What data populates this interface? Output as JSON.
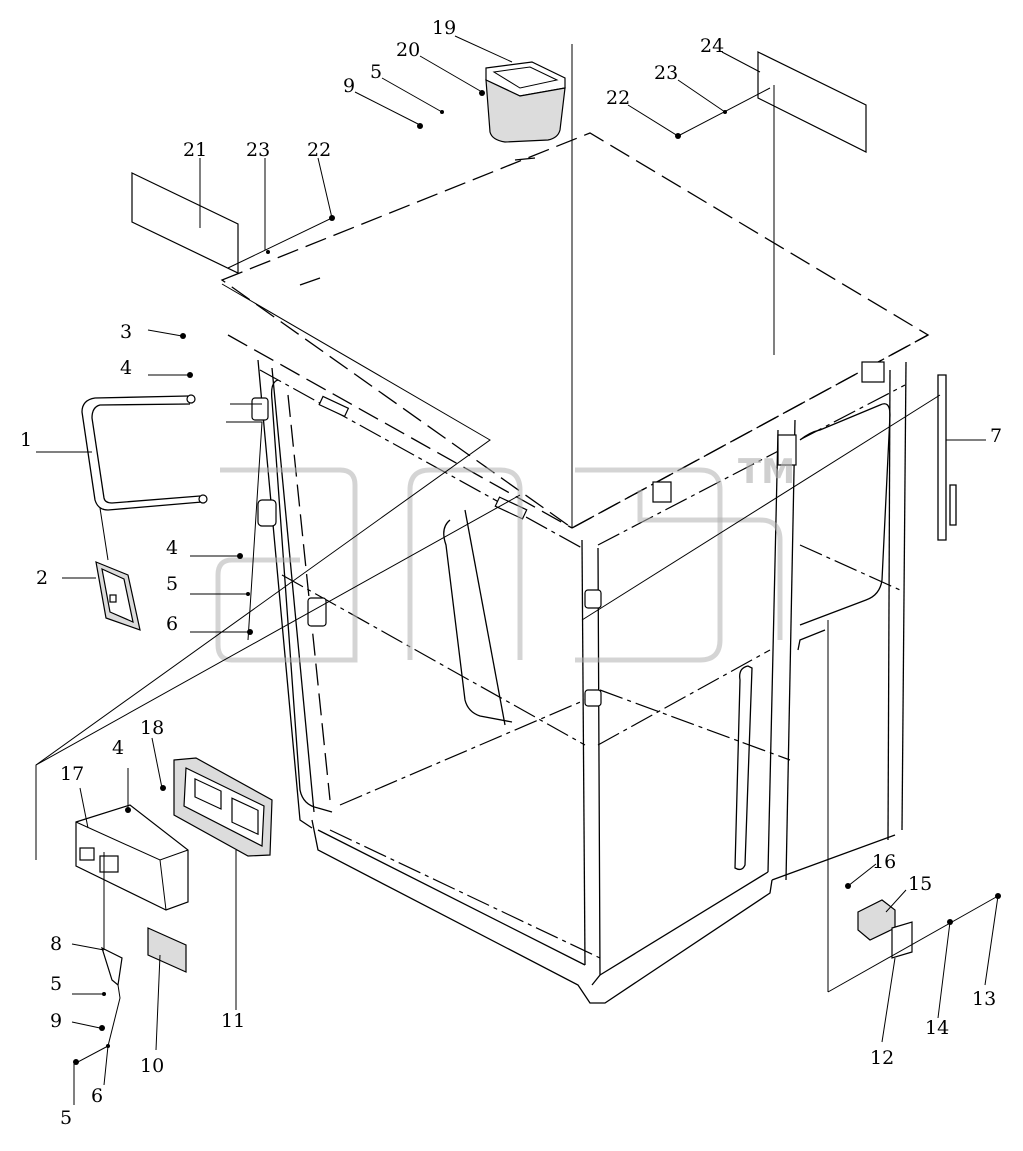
{
  "watermark": {
    "trademark": "TM"
  },
  "callouts": [
    {
      "id": "c19",
      "label": "19"
    },
    {
      "id": "c20",
      "label": "20"
    },
    {
      "id": "c5a",
      "label": "5"
    },
    {
      "id": "c9a",
      "label": "9"
    },
    {
      "id": "c24",
      "label": "24"
    },
    {
      "id": "c23a",
      "label": "23"
    },
    {
      "id": "c22a",
      "label": "22"
    },
    {
      "id": "c21",
      "label": "21"
    },
    {
      "id": "c23b",
      "label": "23"
    },
    {
      "id": "c22b",
      "label": "22"
    },
    {
      "id": "c3",
      "label": "3"
    },
    {
      "id": "c4a",
      "label": "4"
    },
    {
      "id": "c1",
      "label": "1"
    },
    {
      "id": "c7",
      "label": "7"
    },
    {
      "id": "c2",
      "label": "2"
    },
    {
      "id": "c4b",
      "label": "4"
    },
    {
      "id": "c5b",
      "label": "5"
    },
    {
      "id": "c6a",
      "label": "6"
    },
    {
      "id": "c18",
      "label": "18"
    },
    {
      "id": "c4c",
      "label": "4"
    },
    {
      "id": "c17",
      "label": "17"
    },
    {
      "id": "c16",
      "label": "16"
    },
    {
      "id": "c15",
      "label": "15"
    },
    {
      "id": "c8",
      "label": "8"
    },
    {
      "id": "c5c",
      "label": "5"
    },
    {
      "id": "c9b",
      "label": "9"
    },
    {
      "id": "c11",
      "label": "11"
    },
    {
      "id": "c10",
      "label": "10"
    },
    {
      "id": "c13",
      "label": "13"
    },
    {
      "id": "c14",
      "label": "14"
    },
    {
      "id": "c12",
      "label": "12"
    },
    {
      "id": "c6b",
      "label": "6"
    },
    {
      "id": "c5d",
      "label": "5"
    }
  ]
}
